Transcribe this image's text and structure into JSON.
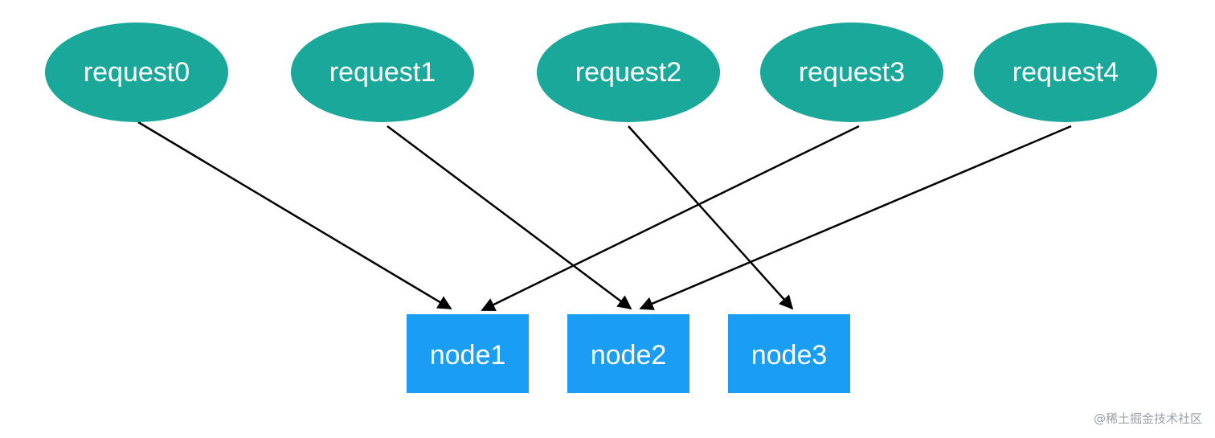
{
  "diagram": {
    "requests": [
      {
        "id": "r0",
        "label": "request0"
      },
      {
        "id": "r1",
        "label": "request1"
      },
      {
        "id": "r2",
        "label": "request2"
      },
      {
        "id": "r3",
        "label": "request3"
      },
      {
        "id": "r4",
        "label": "request4"
      }
    ],
    "nodes": [
      {
        "id": "n1",
        "label": "node1"
      },
      {
        "id": "n2",
        "label": "node2"
      },
      {
        "id": "n3",
        "label": "node3"
      }
    ],
    "edges": [
      {
        "from": "r0",
        "to": "n1"
      },
      {
        "from": "r1",
        "to": "n2"
      },
      {
        "from": "r2",
        "to": "n3"
      },
      {
        "from": "r3",
        "to": "n1"
      },
      {
        "from": "r4",
        "to": "n2"
      }
    ],
    "colors": {
      "request_fill": "#1aa89b",
      "node_fill": "#1a9ef5",
      "edge_stroke": "#000000",
      "label_text": "#ffffff"
    }
  },
  "watermark": "@稀土掘金技术社区"
}
